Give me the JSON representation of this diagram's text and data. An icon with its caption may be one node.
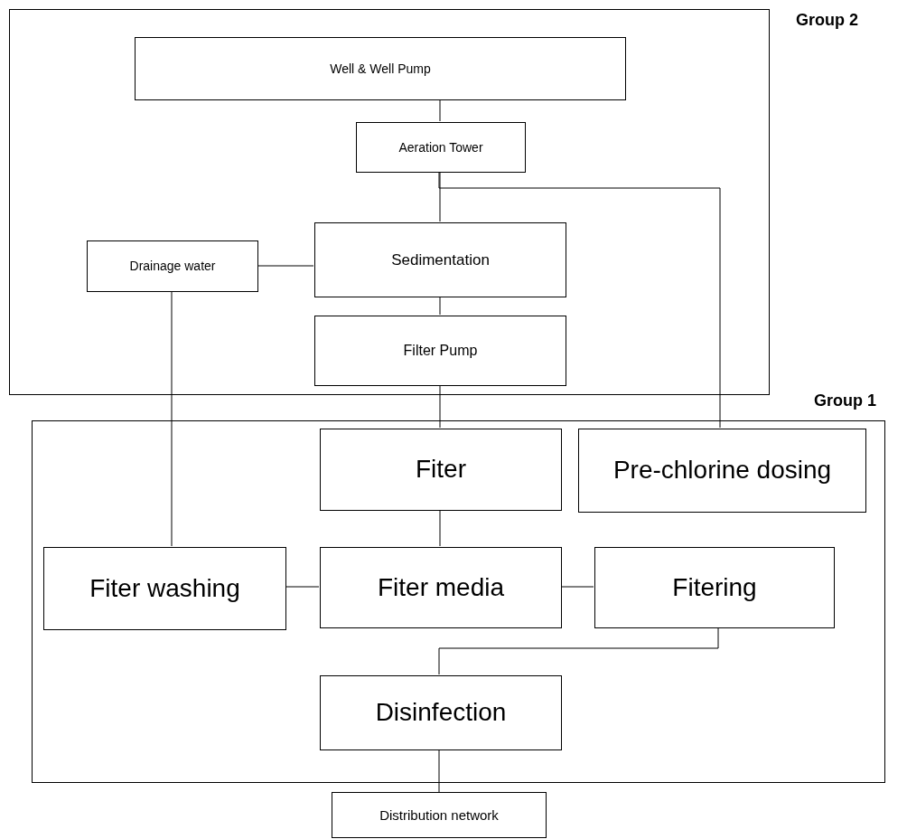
{
  "diagram": {
    "nodes": [
      {
        "text": [
          "Group 2"
        ]
      },
      {
        "text": [
          "Well & Well Pump"
        ],
        "in": 0
      },
      {
        "text": [
          "Aeration Tower"
        ],
        "in": 0
      },
      {
        "text": [
          "Sedimentation"
        ],
        "in": 0
      },
      {
        "text": [
          "Drainage water"
        ],
        "in": 0
      },
      {
        "text": [
          "Filter Pump"
        ],
        "in": 0
      },
      {
        "text": [
          "Group 1"
        ]
      },
      {
        "text": [
          "Fiter"
        ],
        "in": 6
      },
      {
        "text": [
          "Pre-chlorine dosing"
        ],
        "in": 6
      },
      {
        "text": [
          "Fiter washing"
        ],
        "in": 6
      },
      {
        "text": [
          "Fiter media"
        ],
        "in": 6
      },
      {
        "text": [
          "Fitering"
        ],
        "in": 6
      },
      {
        "text": [
          "Disinfection"
        ],
        "in": 6
      },
      {
        "text": [
          "Distribution network"
        ]
      }
    ],
    "edges": [
      {
        "from": 1,
        "to": 2,
        "arrow": "none"
      },
      {
        "from": 2,
        "to": 3,
        "arrow": "none"
      },
      {
        "from": 2,
        "to": 8,
        "arrow": "none"
      },
      {
        "from": 3,
        "to": 4,
        "arrow": "none"
      },
      {
        "from": 3,
        "to": 5,
        "arrow": "none"
      },
      {
        "from": 5,
        "to": 7,
        "arrow": "none"
      },
      {
        "from": 4,
        "to": 9,
        "arrow": "none"
      },
      {
        "from": 7,
        "to": 10,
        "arrow": "none"
      },
      {
        "from": 9,
        "to": 10,
        "arrow": "none"
      },
      {
        "from": 10,
        "to": 11,
        "arrow": "none"
      },
      {
        "from": 11,
        "to": 12,
        "arrow": "none"
      },
      {
        "from": 12,
        "to": 13,
        "arrow": "none"
      }
    ]
  }
}
